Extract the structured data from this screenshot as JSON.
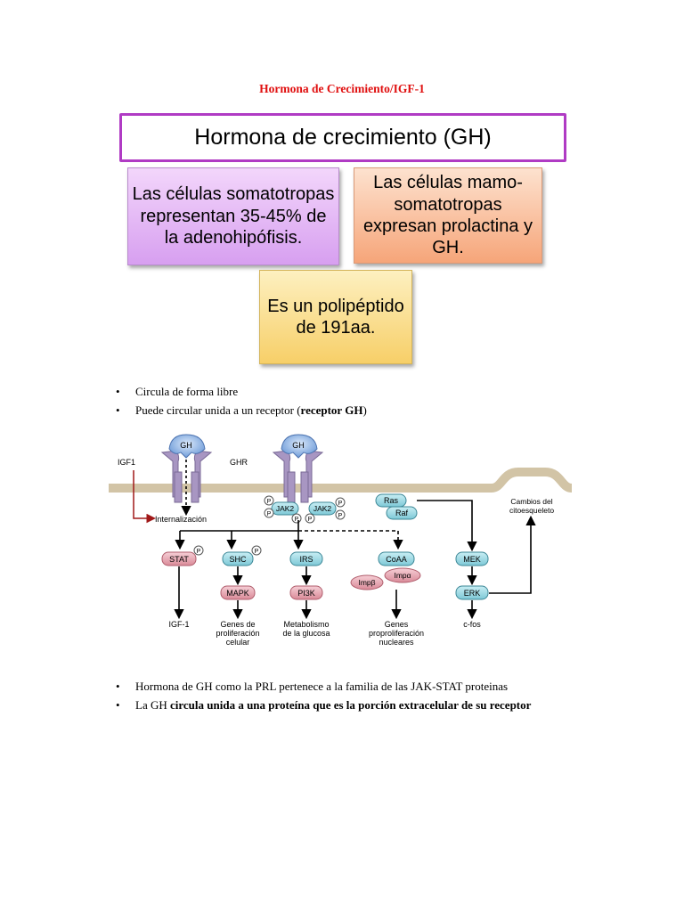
{
  "doc": {
    "title": "Hormona de Crecimiento/IGF-1"
  },
  "slide": {
    "heading": "Hormona de crecimiento (GH)",
    "box_left": "Las células somatotropas representan 35-45% de la adenohipófisis.",
    "box_right": "Las células mamo-somatotropas expresan prolactina y GH.",
    "box_middle": "Es un polipéptido de 191aa."
  },
  "bullets_top": [
    {
      "text": "Circula de forma libre"
    },
    {
      "prefix": "Puede circular unida a un receptor (",
      "bold": "receptor GH",
      "suffix": ")"
    }
  ],
  "diagram": {
    "igf1": "IGF1",
    "ghr": "GHR",
    "gh1": "GH",
    "gh2": "GH",
    "internalizacion": "Internalización",
    "jak2a": "JAK2",
    "jak2b": "JAK2",
    "p": "P",
    "ras": "Ras",
    "raf": "Raf",
    "cambios1": "Cambios del",
    "cambios2": "citoesqueleto",
    "stat": "STAT",
    "shc": "SHC",
    "irs": "IRS",
    "coaa": "CoAA",
    "impa": "Impα",
    "impb": "Impβ",
    "mek": "MEK",
    "mapk": "MAPK",
    "pi3k": "PI3K",
    "erk": "ERK",
    "igf1_out": "IGF-1",
    "genes_prolif": [
      "Genes de",
      "proliferación",
      "celular"
    ],
    "metabolismo": [
      "Metabolismo",
      "de la glucosa"
    ],
    "genes_nucl": [
      "Genes",
      "proproliferación",
      "nucleares"
    ],
    "cfos": "c-fos"
  },
  "bullets_bottom": [
    {
      "text": "Hormona de GH como la PRL pertenece a la familia de las JAK-STAT proteinas"
    },
    {
      "prefix": "La GH ",
      "bold": "circula unida a una proteína que es la porción extracelular de su receptor",
      "suffix": ""
    }
  ],
  "bullet_char": "•",
  "colors": {
    "title": "#e01010",
    "slide_border": "#b03bc4"
  }
}
